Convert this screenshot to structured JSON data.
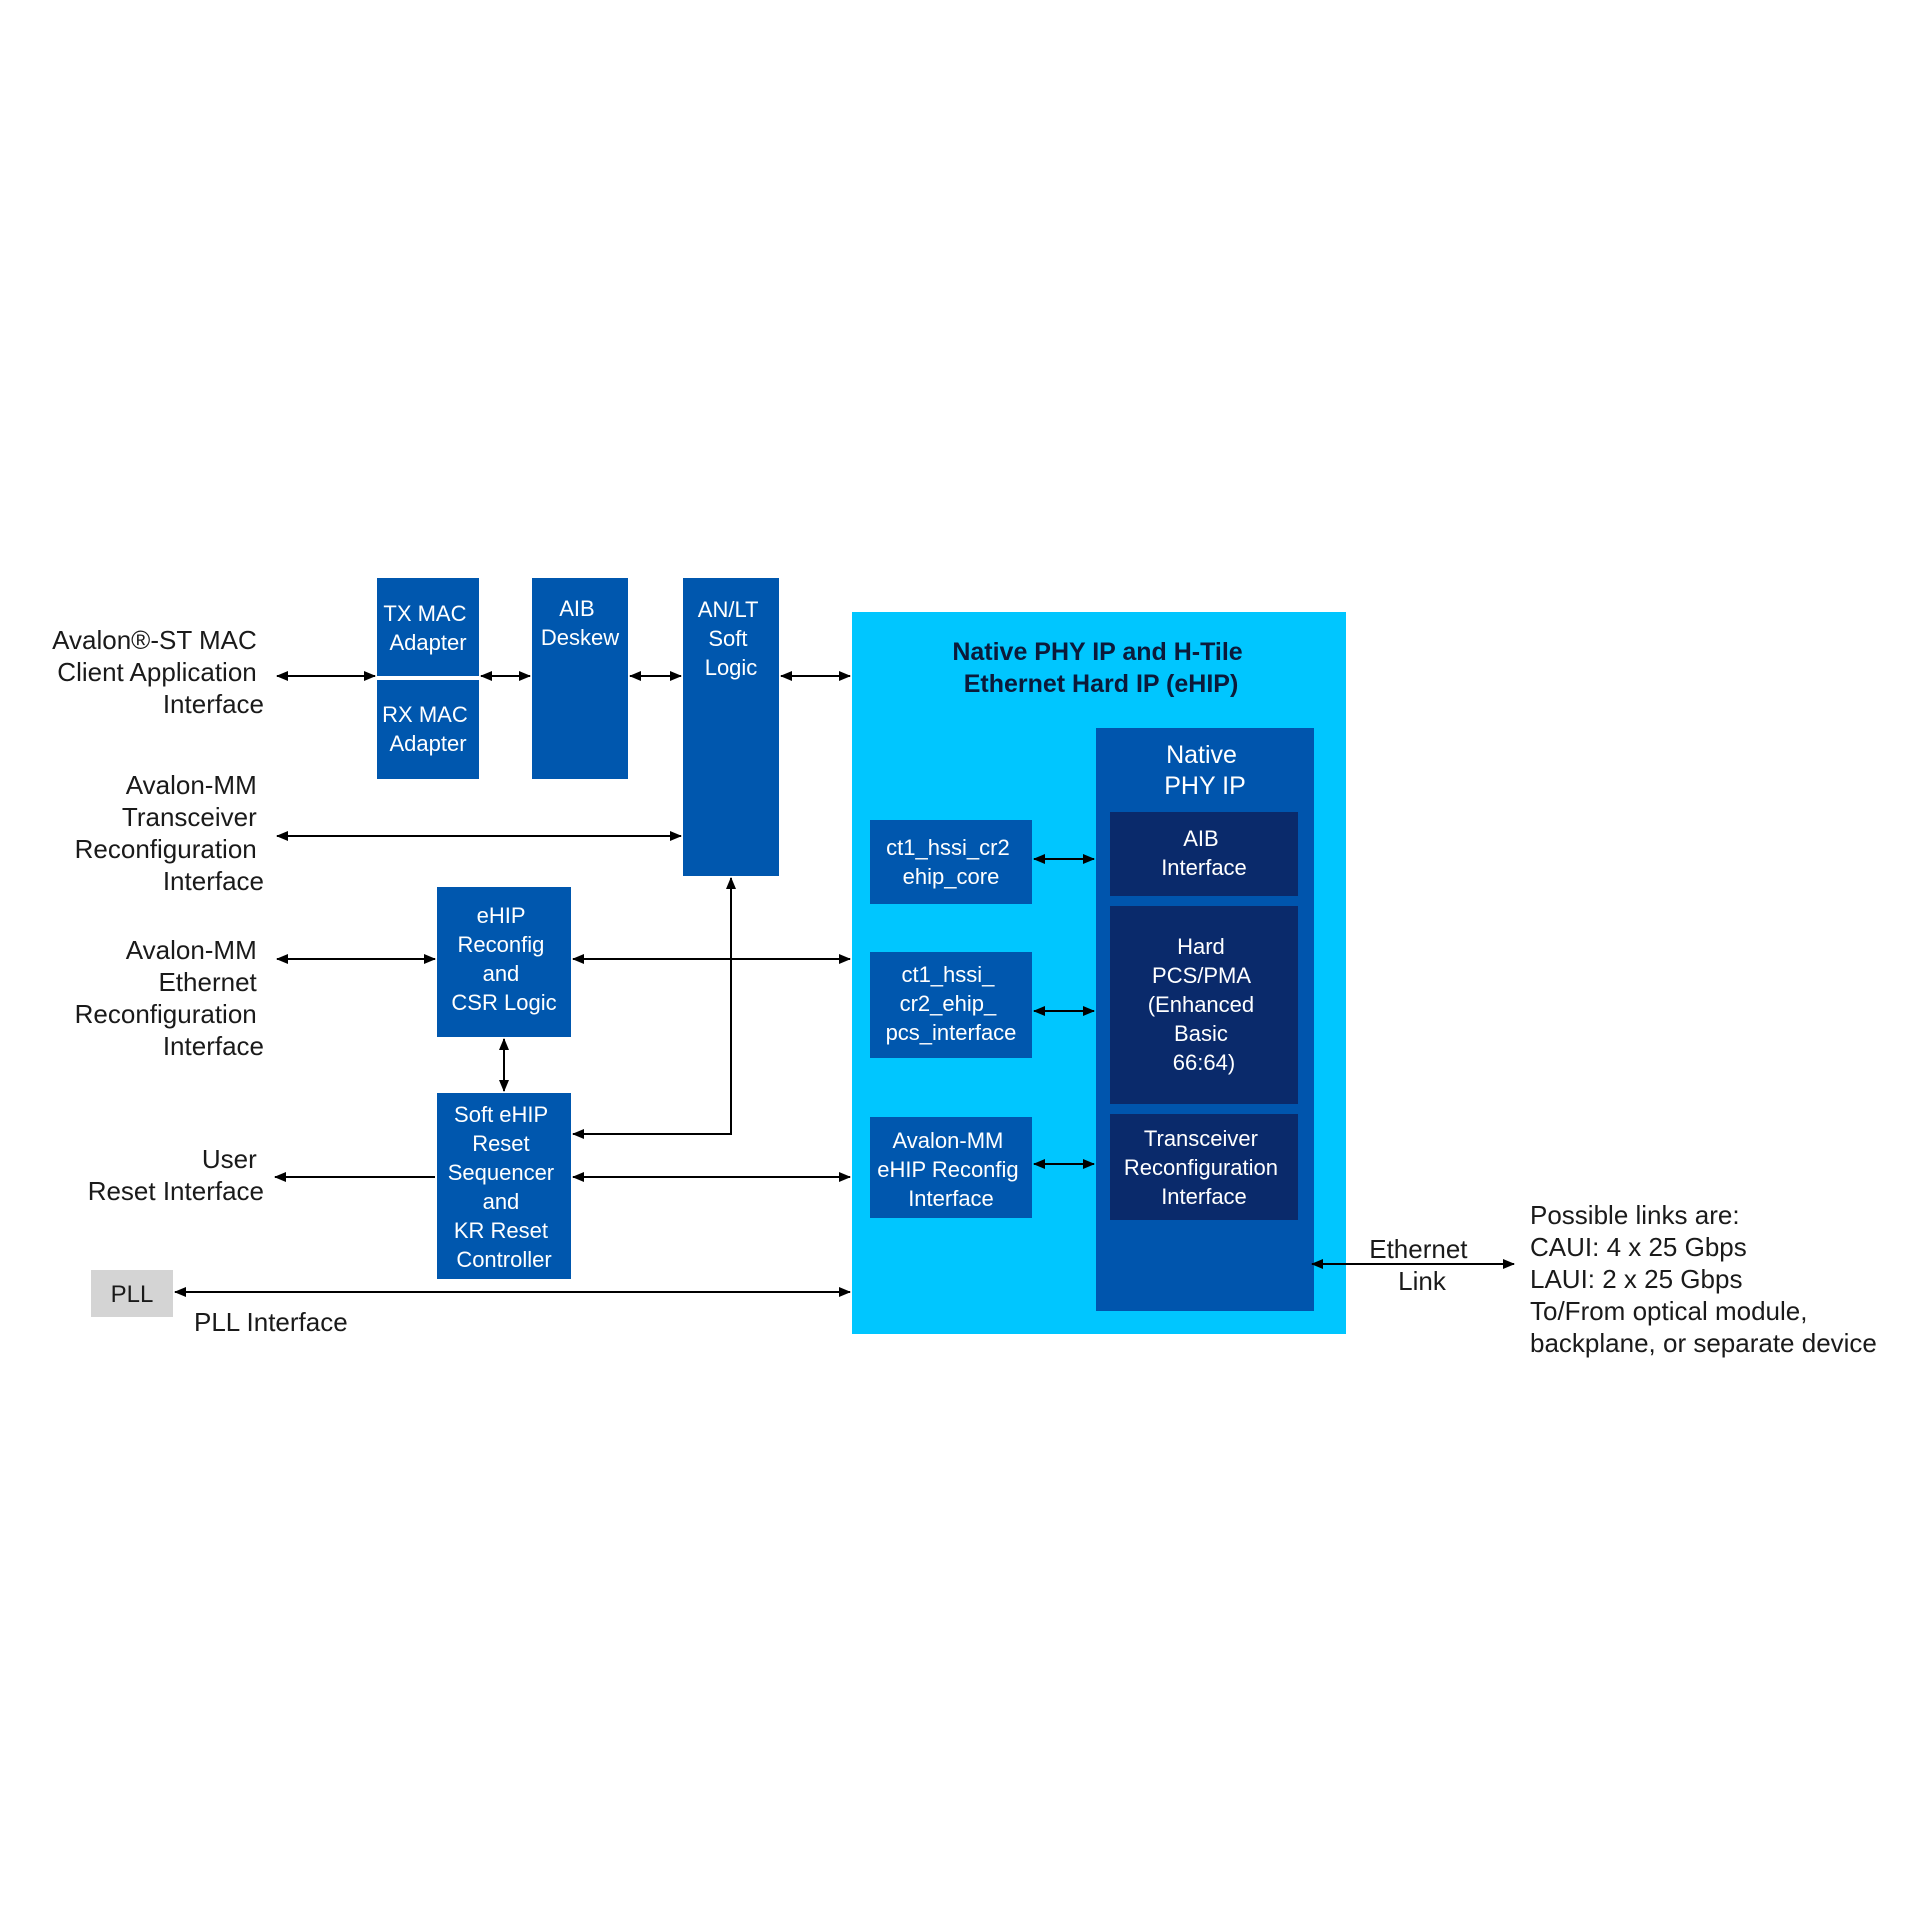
{
  "colors": {
    "block_blue": "#0057ae",
    "container_cyan": "#00c6ff",
    "native_phy": "#0055ad",
    "inner_dark": "#0a2a6b",
    "pll_gray": "#d4d4d4"
  },
  "labels": {
    "avalon_st": [
      "Avalon®-ST MAC",
      "Client Application",
      "Interface"
    ],
    "avalon_mm_xcvr": [
      "Avalon-MM",
      "Transceiver",
      "Reconfiguration",
      "Interface"
    ],
    "avalon_mm_eth": [
      "Avalon-MM",
      "Ethernet",
      "Reconfiguration",
      "Interface"
    ],
    "user_reset": [
      "User",
      "Reset Interface"
    ],
    "pll_interface": "PLL Interface",
    "ethernet_link": [
      "Ethernet",
      "Link"
    ],
    "possible_links": [
      "Possible links are:",
      "CAUI: 4 x 25 Gbps",
      "LAUI: 2 x 25 Gbps",
      "To/From optical module,",
      "backplane, or separate device"
    ]
  },
  "blocks": {
    "tx_mac": [
      "TX MAC",
      "Adapter"
    ],
    "rx_mac": [
      "RX MAC",
      "Adapter"
    ],
    "aib_deskew": [
      "AIB",
      "Deskew"
    ],
    "anlt": [
      "AN/LT",
      "Soft",
      "Logic"
    ],
    "ehip_reconfig": [
      "eHIP",
      "Reconfig",
      "and",
      "CSR Logic"
    ],
    "soft_reset": [
      "Soft eHIP",
      "Reset",
      "Sequencer",
      "and",
      "KR Reset",
      "Controller"
    ],
    "pll": "PLL"
  },
  "container": {
    "title": [
      "Native PHY IP and H-Tile",
      "Ethernet Hard IP (eHIP)"
    ],
    "ehip_core": [
      "ct1_hssi_cr2",
      "ehip_core"
    ],
    "pcs_interface": [
      "ct1_hssi_",
      "cr2_ehip_",
      "pcs_interface"
    ],
    "avalon_reconfig": [
      "Avalon-MM",
      "eHIP Reconfig",
      "Interface"
    ],
    "native_phy": {
      "title": [
        "Native",
        "PHY IP"
      ],
      "aib_interface": [
        "AIB",
        "Interface"
      ],
      "hard_pcs": [
        "Hard",
        "PCS/PMA",
        "(Enhanced",
        "Basic",
        "66:64)"
      ],
      "xcvr_reconfig": [
        "Transceiver",
        "Reconfiguration",
        "Interface"
      ]
    }
  }
}
